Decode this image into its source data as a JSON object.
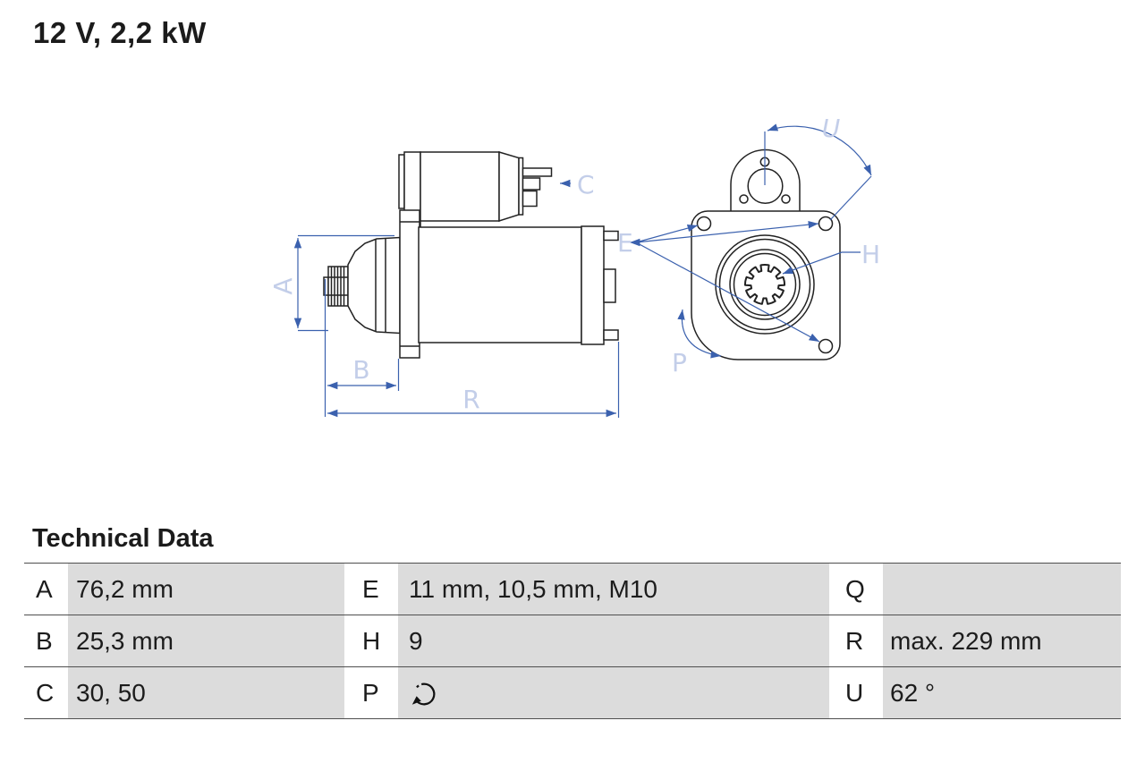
{
  "title": "12 V, 2,2 kW",
  "technical_data": {
    "heading": "Technical Data",
    "rows": [
      {
        "c0k": "A",
        "c0v": "76,2 mm",
        "c1k": "E",
        "c1v": "11 mm, 10,5 mm, M10",
        "c2k": "Q",
        "c2v": ""
      },
      {
        "c0k": "B",
        "c0v": "25,3 mm",
        "c1k": "H",
        "c1v": "9",
        "c2k": "R",
        "c2v": "max. 229 mm"
      },
      {
        "c0k": "C",
        "c0v": "30, 50",
        "c1k": "P",
        "c1v": "",
        "c2k": "U",
        "c2v": "62 °"
      }
    ],
    "p_icon": "rotation-direction-icon"
  },
  "diagram": {
    "dim_labels": {
      "a": "A",
      "b": "B",
      "c": "C",
      "e": "E",
      "h": "H",
      "p": "P",
      "r": "R",
      "u": "U"
    },
    "colors": {
      "outline": "#222222",
      "dimension_line": "#3b61ae",
      "dimension_label": "#c3cee9",
      "table_value_bg": "#dcdcdc",
      "table_line": "#4f4f4f",
      "text": "#1b1b1b"
    }
  }
}
